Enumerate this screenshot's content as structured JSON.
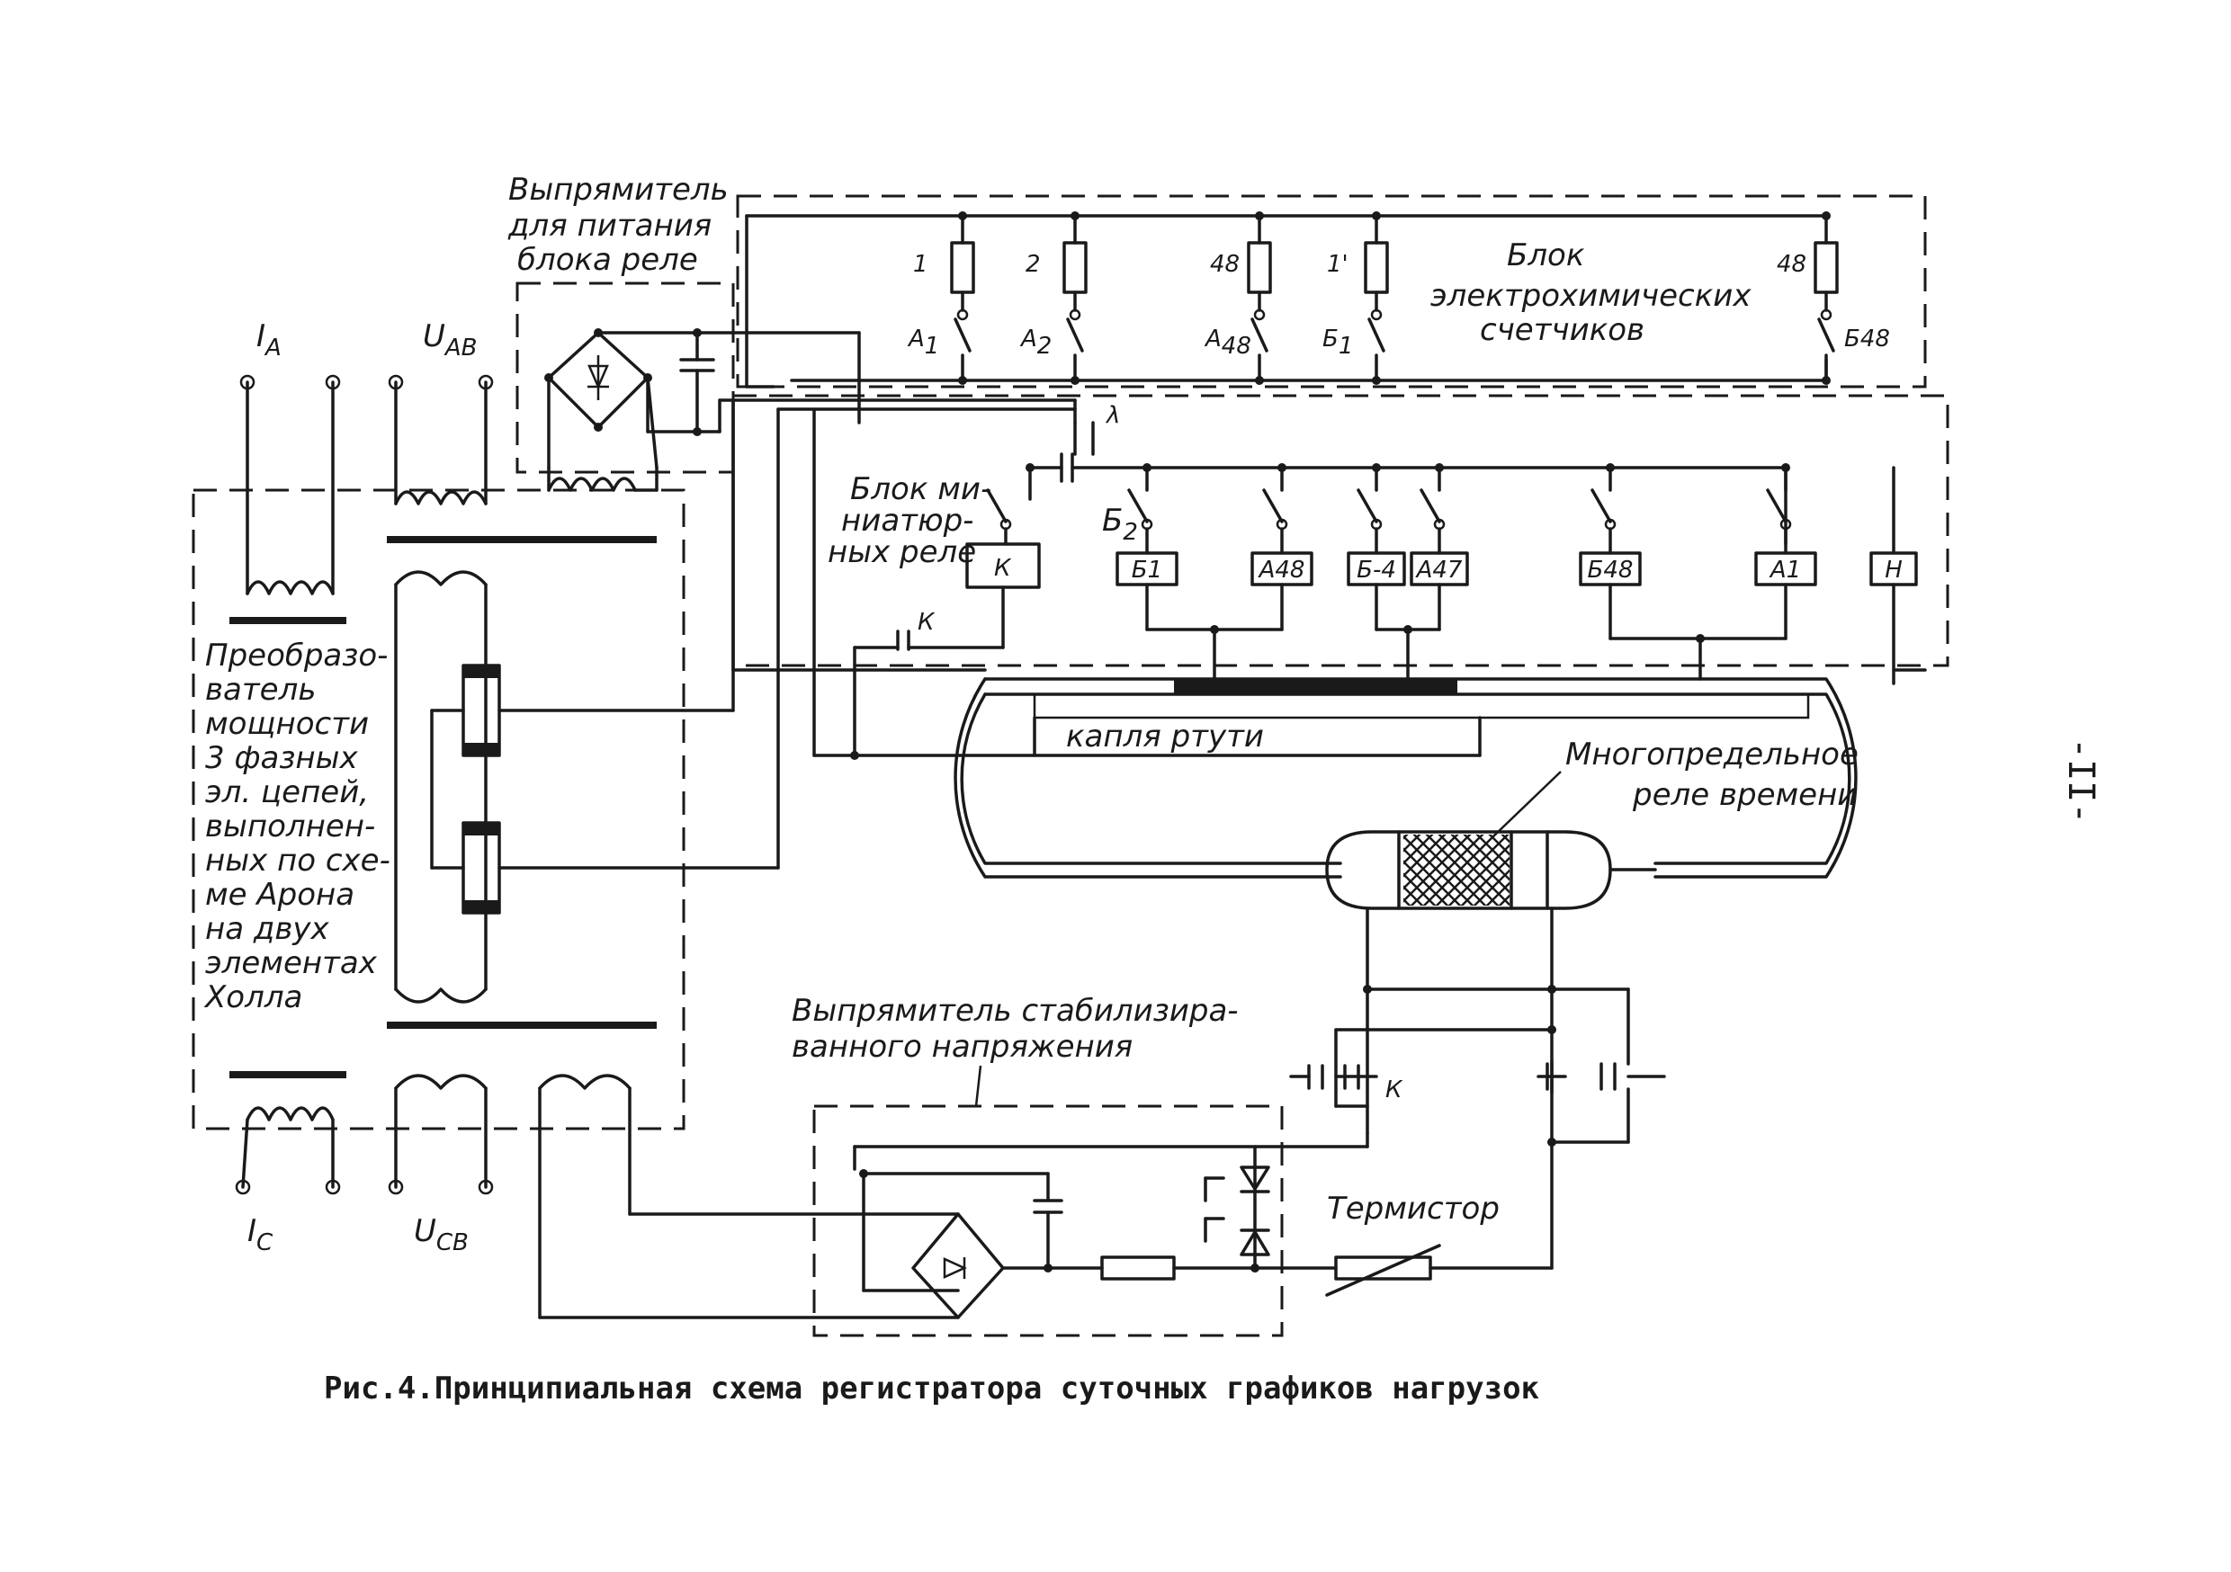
{
  "labels": {
    "rectifier_relay": [
      "Выпрямитель",
      "для питания",
      "блока реле"
    ],
    "ia": "I",
    "ia_sub": "A",
    "uab": "U",
    "uab_sub": "AB",
    "ic": "I",
    "ic_sub": "C",
    "ucb": "U",
    "ucb_sub": "CB",
    "converter": [
      "Преобразо-",
      "ватель",
      "мощности",
      "3 фазных",
      "эл. цепей,",
      "выполнен-",
      "ных по схе-",
      "ме Арона",
      "на двух",
      "элементах",
      "Холла"
    ],
    "counter_block": [
      "Блок",
      "электрохимических",
      "счетчиков"
    ],
    "mini_relay_block": [
      "Блок ми-",
      "ниатюр-",
      "ных реле"
    ],
    "mercury_drop": "капля ртути",
    "time_relay": [
      "Многопредельное",
      "реле времени"
    ],
    "stab_rectifier": [
      "Выпрямитель стабилизира-",
      "ванного напряжения"
    ],
    "thermistor": "Термистор",
    "k": "К",
    "lambda": "λ"
  },
  "counters": [
    {
      "num": "1",
      "switch": "A",
      "sub": "1"
    },
    {
      "num": "2",
      "switch": "A",
      "sub": "2"
    },
    {
      "num": "48",
      "switch": "A",
      "sub": "48"
    },
    {
      "num": "1'",
      "switch": "Б",
      "sub": "1"
    },
    {
      "num": "48",
      "switch": "Б48",
      "sub": ""
    }
  ],
  "relay_boxes": [
    "К",
    "Б1",
    "А48",
    "Б-4",
    "А47",
    "Б48",
    "А1",
    "Н"
  ],
  "b2_label": "Б",
  "b2_sub": "2",
  "caption": "Рис.4.Принципиальная схема регистратора суточных графиков нагрузок",
  "page_number": "-II-"
}
